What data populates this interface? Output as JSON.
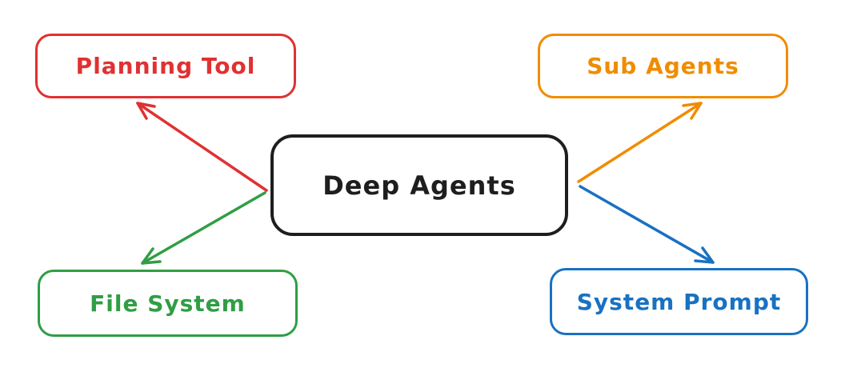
{
  "diagram": {
    "nodes": [
      {
        "id": "planning-tool",
        "label": "Planning Tool",
        "color": "#e03131"
      },
      {
        "id": "sub-agents",
        "label": "Sub Agents",
        "color": "#f08c00"
      },
      {
        "id": "deep-agents",
        "label": "Deep Agents",
        "color": "#1e1e1e"
      },
      {
        "id": "file-system",
        "label": "File System",
        "color": "#2f9e44"
      },
      {
        "id": "system-prompt",
        "label": "System Prompt",
        "color": "#1971c2"
      }
    ],
    "edges": [
      {
        "from": "deep-agents",
        "to": "planning-tool",
        "color": "#e03131"
      },
      {
        "from": "deep-agents",
        "to": "file-system",
        "color": "#2f9e44"
      },
      {
        "from": "deep-agents",
        "to": "sub-agents",
        "color": "#f08c00"
      },
      {
        "from": "deep-agents",
        "to": "system-prompt",
        "color": "#1971c2"
      }
    ]
  }
}
